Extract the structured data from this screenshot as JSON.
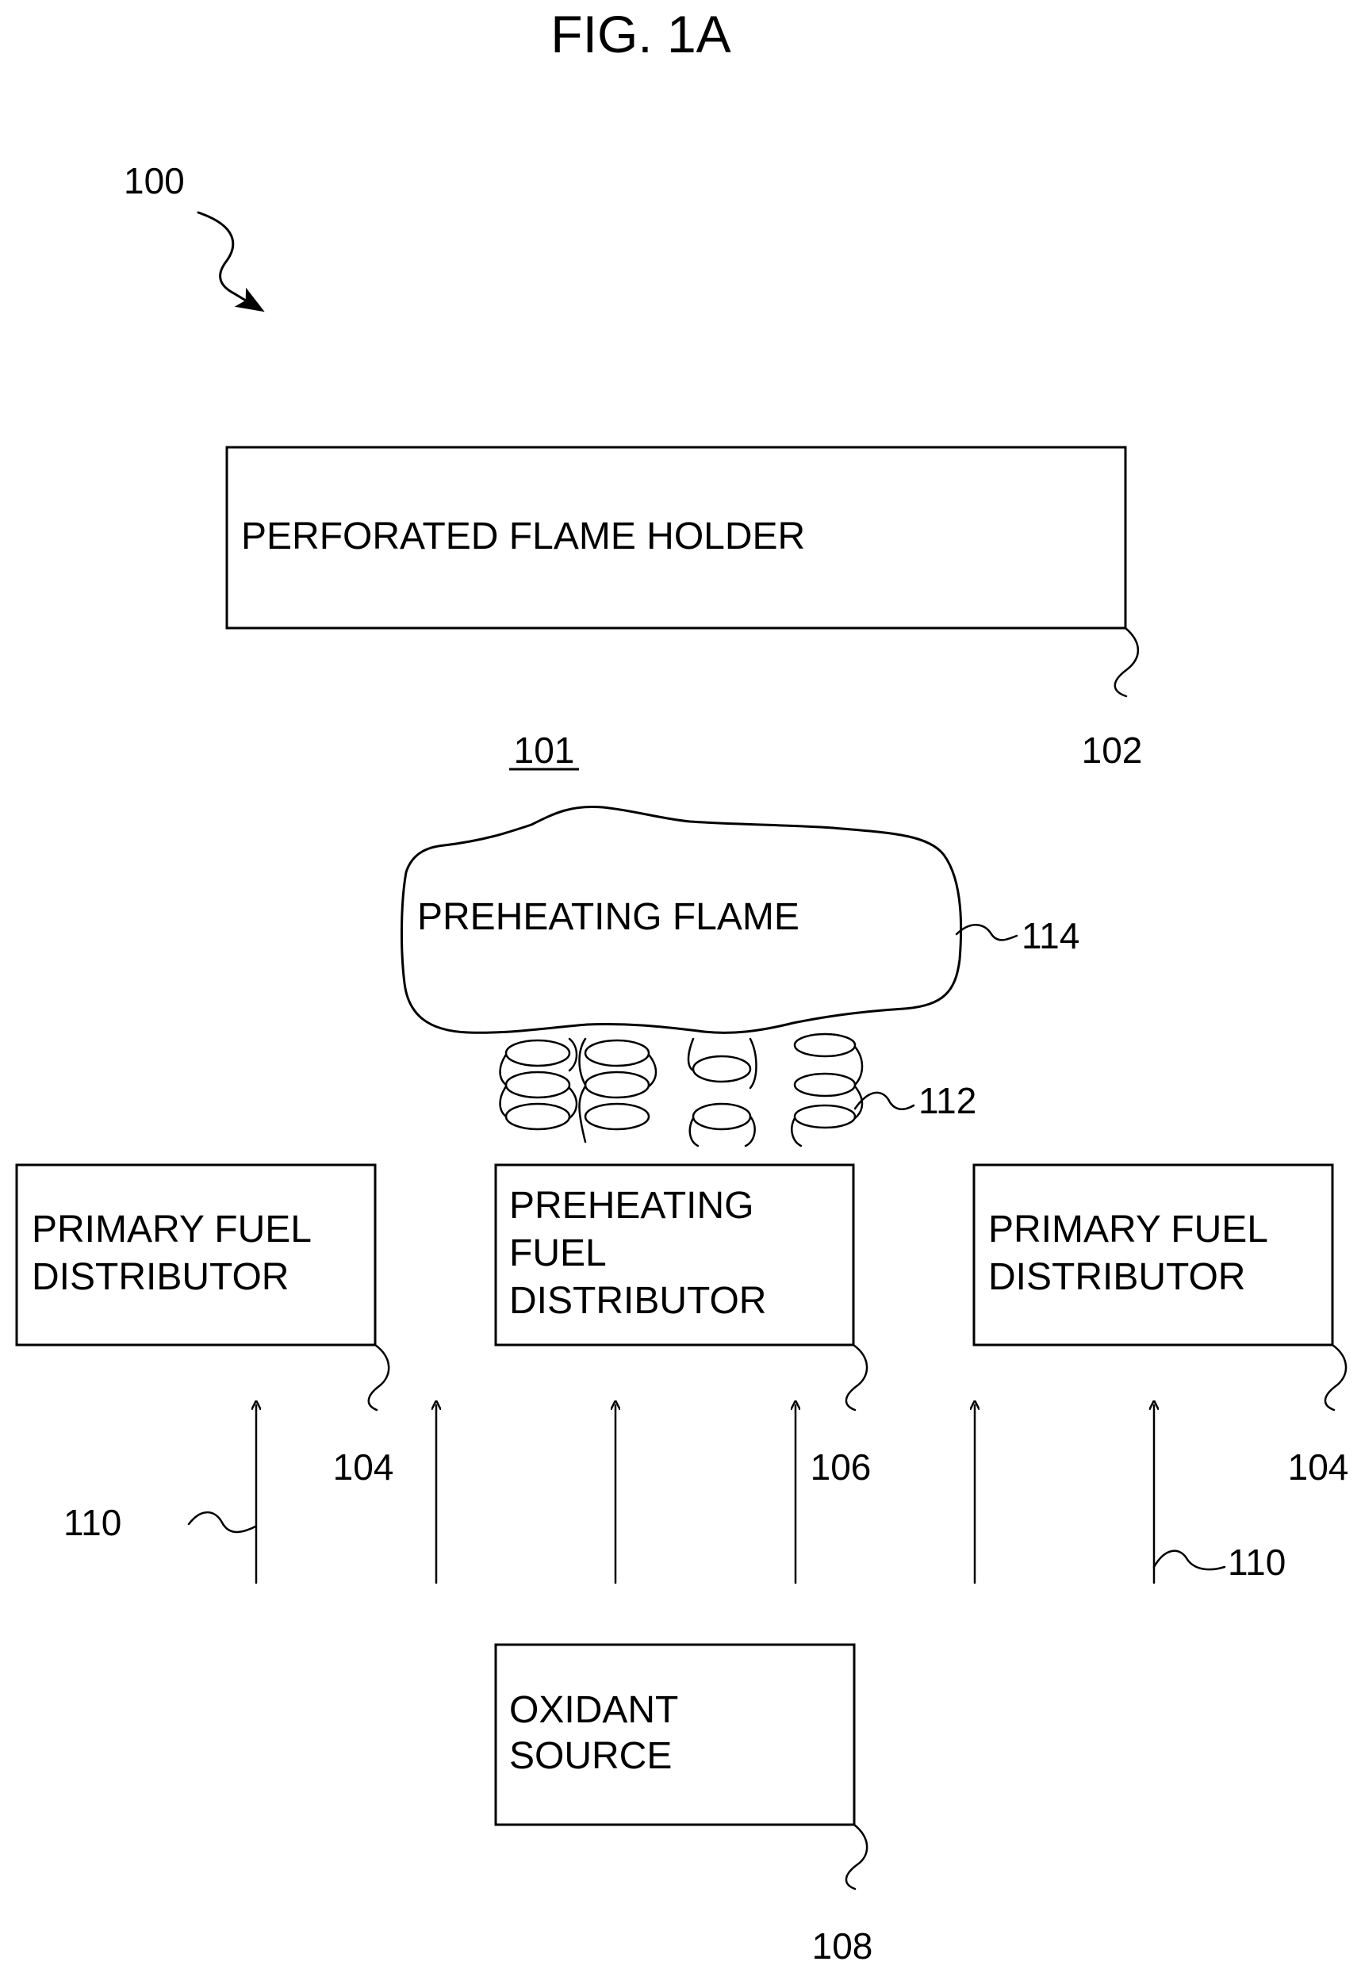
{
  "figure": {
    "title": "FIG. 1A",
    "system_ref": "100",
    "space_ref": "101"
  },
  "perforated_flame_holder": {
    "label": "PERFORATED FLAME HOLDER",
    "ref": "102"
  },
  "preheating_flame": {
    "label": "PREHEATING FLAME",
    "ref": "114"
  },
  "mixing_vortices": {
    "ref": "112"
  },
  "primary_fuel_distributor_left": {
    "line1": "PRIMARY FUEL",
    "line2": "DISTRIBUTOR",
    "ref": "104"
  },
  "preheating_fuel_distributor": {
    "line1": "PREHEATING",
    "line2": "FUEL",
    "line3": "DISTRIBUTOR",
    "ref": "106"
  },
  "primary_fuel_distributor_right": {
    "line1": "PRIMARY FUEL",
    "line2": "DISTRIBUTOR",
    "ref": "104"
  },
  "oxidant_flow": {
    "ref_left": "110",
    "ref_right": "110"
  },
  "oxidant_source": {
    "line1": "OXIDANT",
    "line2": "SOURCE",
    "ref": "108"
  }
}
